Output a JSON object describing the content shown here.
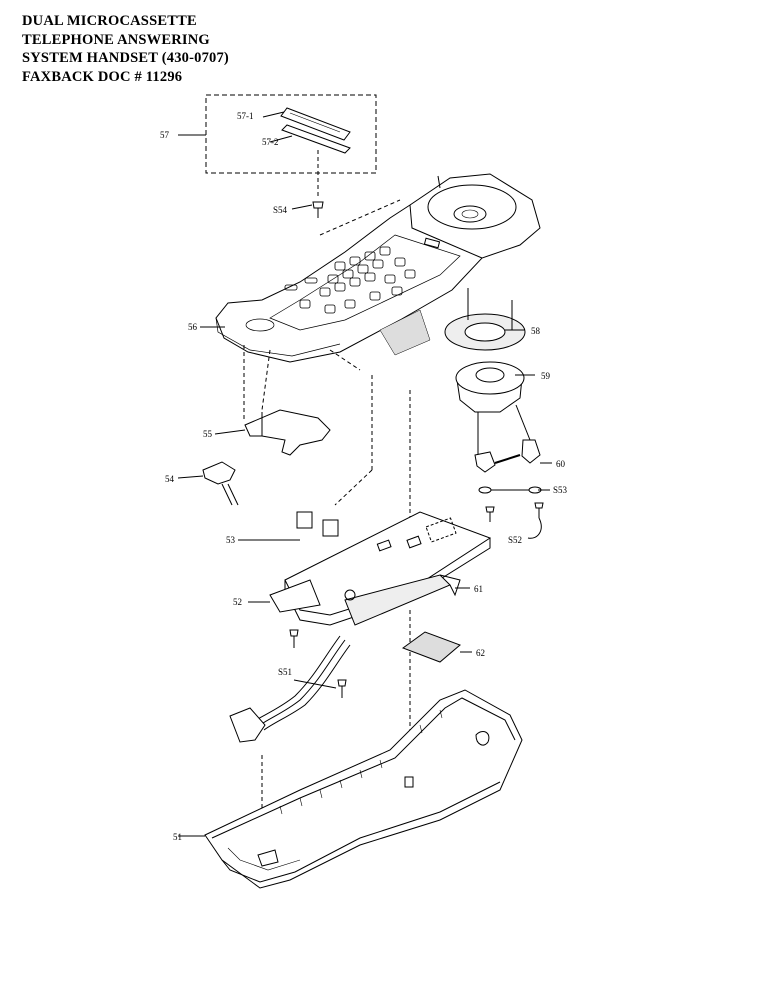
{
  "header": {
    "line1": "DUAL MICROCASSETTE",
    "line2": "TELEPHONE ANSWERING",
    "line3": "SYSTEM HANDSET  (430-0707)",
    "line4": "FAXBACK DOC # 11296"
  },
  "callouts": {
    "p57": "57",
    "p57_1": "57-1",
    "p57_2": "57-2",
    "s54": "S54",
    "p56": "56",
    "p58": "58",
    "p59": "59",
    "p55": "55",
    "p54": "54",
    "p60": "60",
    "s53": "S53",
    "p53": "53",
    "s52": "S52",
    "p61": "61",
    "p52": "52",
    "p62": "62",
    "s51": "S51",
    "p51": "51"
  }
}
